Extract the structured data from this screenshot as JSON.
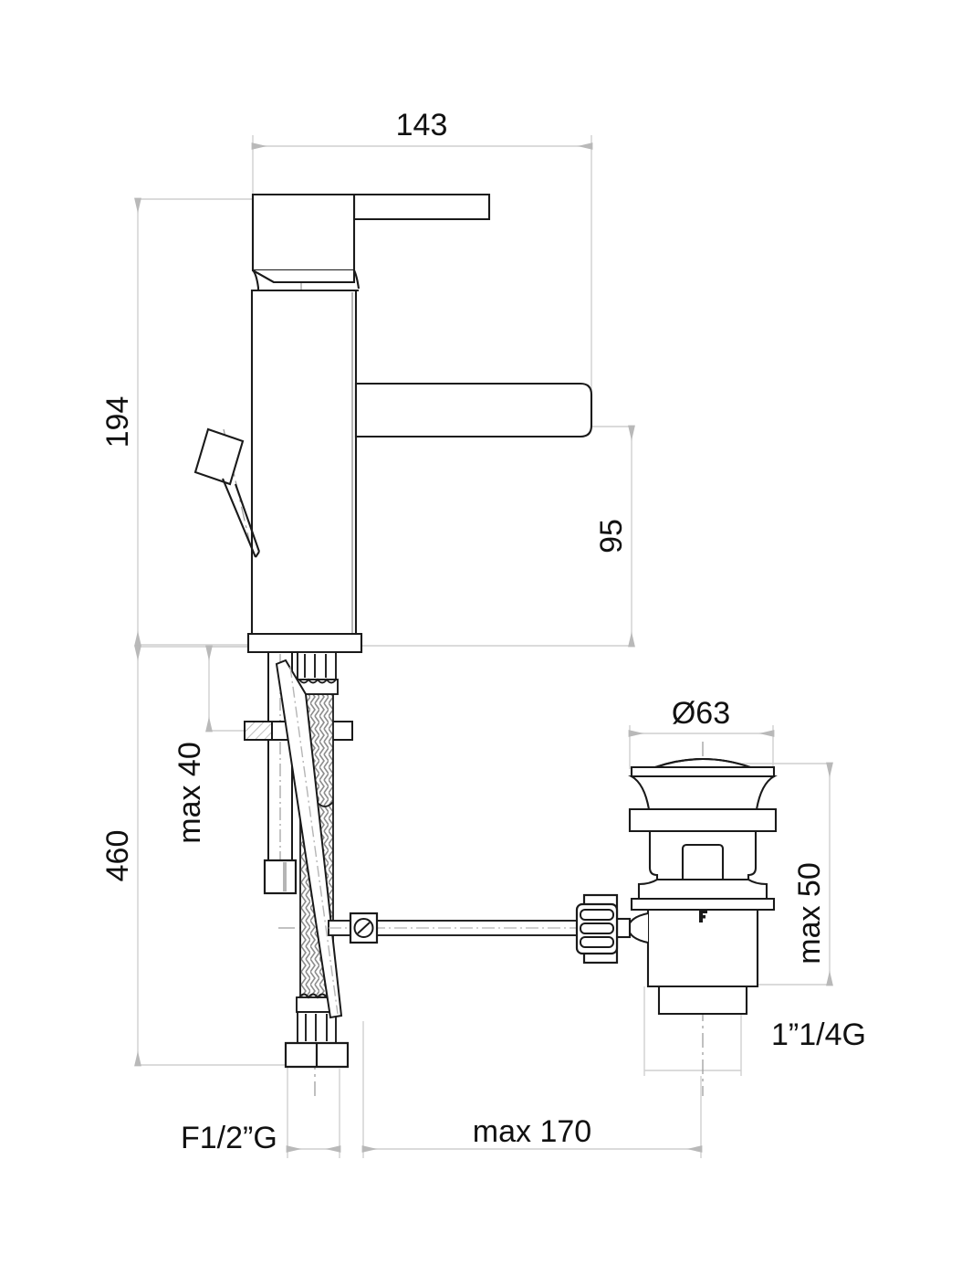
{
  "drawing": {
    "title": "Basin mixer tap technical dimension drawing",
    "units": "mm",
    "line_colors": {
      "object": "#1a1a1a",
      "dimension": "#c9c9c9",
      "centerline": "#9a9a9a",
      "hatch": "#8a8a8a",
      "text": "#111111",
      "background": "#ffffff"
    }
  },
  "dimensions": {
    "width_top": "143",
    "height_body": "194",
    "spout_height": "95",
    "total_height": "460",
    "max_deck_thickness": "max 40",
    "drain_diameter": "Ø63",
    "max_drain_depth": "max 50",
    "drain_thread": "1”1/4G",
    "supply_thread": "F1/2”G",
    "max_rod_length": "max 170"
  },
  "labels": [
    {
      "id": "dim-143",
      "text": "143",
      "orientation": "horizontal"
    },
    {
      "id": "dim-194",
      "text": "194",
      "orientation": "vertical"
    },
    {
      "id": "dim-95",
      "text": "95",
      "orientation": "vertical"
    },
    {
      "id": "dim-460",
      "text": "460",
      "orientation": "vertical"
    },
    {
      "id": "dim-max40",
      "text": "max 40",
      "orientation": "vertical"
    },
    {
      "id": "dim-d63",
      "text": "Ø63",
      "orientation": "horizontal"
    },
    {
      "id": "dim-max50",
      "text": "max 50",
      "orientation": "vertical"
    },
    {
      "id": "dim-114g",
      "text": "1”1/4G",
      "orientation": "horizontal"
    },
    {
      "id": "dim-f12g",
      "text": "F1/2”G",
      "orientation": "horizontal"
    },
    {
      "id": "dim-max170",
      "text": "max 170",
      "orientation": "horizontal"
    }
  ],
  "parts": [
    {
      "name": "lever-handle",
      "description": "Flat horizontal lever arm on top of mixer cartridge"
    },
    {
      "name": "cartridge-housing",
      "description": "Tapered cylindrical head of the mixer"
    },
    {
      "name": "mixer-body",
      "description": "Tall cylindrical column body"
    },
    {
      "name": "spout",
      "description": "Horizontal rectangular outlet spout with rounded tip"
    },
    {
      "name": "aerator",
      "description": "Angled small outlet nozzle on left of body"
    },
    {
      "name": "base-flange",
      "description": "Mounting flange at bottom of mixer body"
    },
    {
      "name": "flexible-hose",
      "description": "Braided flexible supply hose"
    },
    {
      "name": "mounting-nut",
      "description": "Under-counter threaded mounting nut"
    },
    {
      "name": "supply-connector",
      "description": "Hex female supply connector at hose end"
    },
    {
      "name": "pop-up-waste",
      "description": "Click-clack pop-up waste drain body"
    },
    {
      "name": "knurled-knob",
      "description": "Knurled adjustment knob on pull-rod linkage"
    },
    {
      "name": "pull-rod",
      "description": "Horizontal pull rod linkage"
    },
    {
      "name": "lift-rod",
      "description": "Diagonal lift rod from mixer to waste linkage"
    },
    {
      "name": "clamp-screw",
      "description": "Square clamp block with slotted screw"
    }
  ]
}
